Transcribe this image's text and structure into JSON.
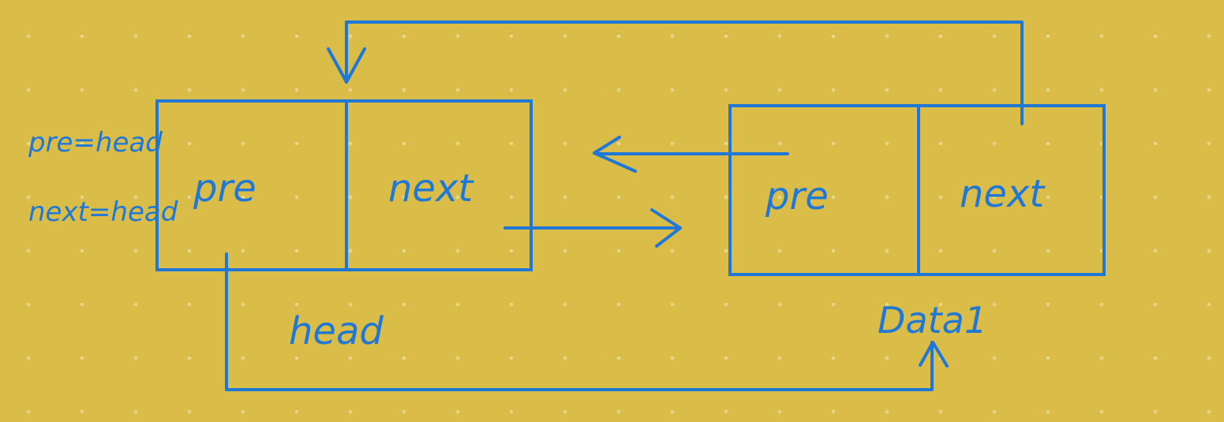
{
  "theme": {
    "background": "#d9bd48",
    "ink": "#1f78d6"
  },
  "nodes": {
    "head": {
      "caption": "head",
      "pre_label": "pre",
      "next_label": "next"
    },
    "data1": {
      "caption": "Data1",
      "pre_label": "pre",
      "next_label": "next"
    }
  },
  "annotations": {
    "line1": "pre=head",
    "line2": "next=head"
  }
}
